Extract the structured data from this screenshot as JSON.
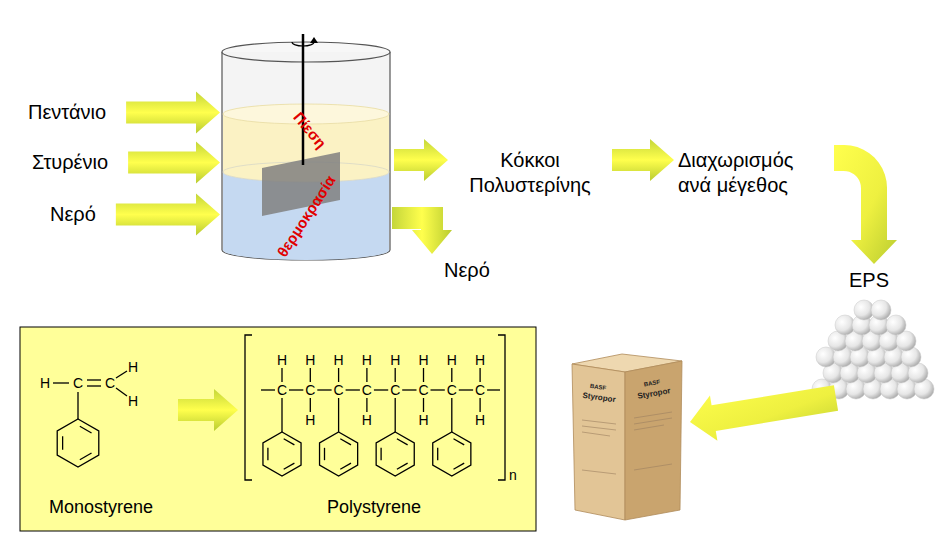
{
  "diagram": {
    "nodes": [
      {
        "text": [
          "Πεντάνιο"
        ]
      },
      {
        "text": [
          "Στυρένιο"
        ]
      },
      {
        "text": [
          "Νερό"
        ]
      },
      {
        "text": [
          "Πίεση",
          "θερμοκρασία"
        ]
      },
      {
        "text": [
          "Κόκκοι Πολυστερίνης"
        ]
      },
      {
        "text": [
          "Νερό"
        ]
      },
      {
        "text": [
          "Διαχωρισμός ανά μέγεθος"
        ]
      },
      {
        "text": [
          "EPS"
        ]
      },
      {
        "text": [
          "BASF",
          "Styropor",
          "BASF",
          "Styropor"
        ]
      },
      {
        "text": [
          "Monostyrene"
        ]
      },
      {
        "text": [
          "Polystyrene"
        ]
      }
    ],
    "edges": [
      {
        "from": 0,
        "to": 3,
        "arrow": "to"
      },
      {
        "from": 1,
        "to": 3,
        "arrow": "to"
      },
      {
        "from": 2,
        "to": 3,
        "arrow": "to"
      },
      {
        "from": 3,
        "to": 4,
        "arrow": "to"
      },
      {
        "from": 3,
        "to": 5,
        "arrow": "to"
      },
      {
        "from": 4,
        "to": 6,
        "arrow": "to"
      },
      {
        "from": 6,
        "to": 7,
        "arrow": "to"
      },
      {
        "from": 7,
        "to": 8,
        "arrow": "to"
      },
      {
        "from": 9,
        "to": 10,
        "arrow": "to"
      }
    ],
    "labels": [
      "H",
      "C",
      "C",
      "H",
      "H",
      "H",
      "H",
      "H",
      "H",
      "H",
      "H",
      "H",
      "H",
      "C",
      "C",
      "C",
      "C",
      "C",
      "C",
      "C",
      "C",
      "H",
      "H",
      "H",
      "H",
      "n"
    ]
  }
}
